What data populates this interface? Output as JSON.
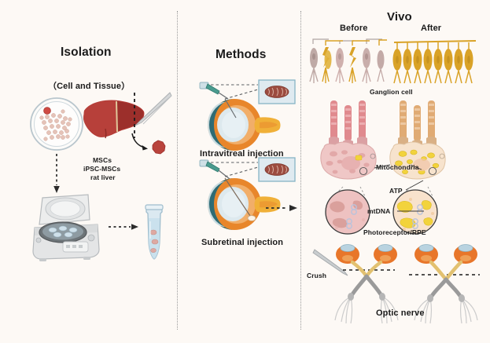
{
  "figure": {
    "background_color": "#fdf9f5",
    "text_color": "#1b1b1b",
    "divider_color": "#9a9a9a"
  },
  "panels": {
    "isolation": {
      "title": "Isolation",
      "subtitle": "（Cell and Tissue）",
      "source_label_line1": "MSCs",
      "source_label_line2": "iPSC-MSCs",
      "source_label_line3": "rat liver",
      "items": {
        "petri_dish": "petri-dish-with-cells",
        "liver": "rat-liver-tissue",
        "forceps": "forceps-tool",
        "tissue_piece": "excised-tissue-piece",
        "centrifuge": "benchtop-centrifuge",
        "tube": "microcentrifuge-tube"
      },
      "colors": {
        "liver": "#b33a35",
        "liver_dark": "#9c2f2b",
        "cell_pink": "#e9c7bd",
        "cell_red": "#cf4b44",
        "dish_rim": "#bfc9cf",
        "centrifuge_body": "#e4e5e6",
        "tube_fluid": "#cfe3ef"
      }
    },
    "methods": {
      "title": "Methods",
      "label_intravitreal": "Intravitreal injection",
      "label_subretinal": "Subretinal injection",
      "items": {
        "eye_top": "eye-cross-section-intravitreal",
        "eye_bottom": "eye-cross-section-subretinal",
        "syringe_top": "syringe-intravitreal",
        "syringe_bottom": "syringe-subretinal",
        "inset_top": "mitochondria-inset-box",
        "inset_bottom": "mitochondria-inset-box",
        "arrow_to_vivo": "arrow-right"
      },
      "colors": {
        "sclera": "#e8862b",
        "choroid": "#2e6b74",
        "cornea": "#cfe0e6",
        "lens": "#dde9ee",
        "optic_nerve": "#f0b038",
        "syringe": "#4a9b8e",
        "inset_border": "#86b4c6",
        "inset_fill": "#dfeaf0",
        "mito": "#9c4b3f"
      }
    },
    "vivo": {
      "title": "Vivo",
      "column_before": "Before",
      "column_after": "After",
      "label_ganglion": "Ganglion cell",
      "label_mitochondria": "Mitochondria",
      "label_atp": "ATP",
      "label_mtdna": "mtDNA",
      "label_photoreceptor": "Photoreceptor/RPE",
      "label_crush": "Crush",
      "label_optic_nerve": "Optic nerve",
      "ganglion_before_count": 6,
      "ganglion_after_count": 9,
      "photoreceptor_count": 3,
      "eye_pairs": 2,
      "items": {
        "ganglion_before": "ganglion-cell-row-damaged",
        "ganglion_after": "ganglion-cell-row-healthy",
        "photoreceptor_before": "photoreceptor-rpe-damaged",
        "photoreceptor_after": "photoreceptor-rpe-healthy",
        "mito_inset_before": "mitochondria-cross-section-damaged",
        "mito_inset_after": "mitochondria-cross-section-healthy",
        "eyes_before": "optic-nerve-crush-model",
        "eyes_after": "optic-nerve-recovered",
        "crush_tool": "crush-forceps"
      },
      "colors": {
        "healthy_gold": "#d9a227",
        "damaged_gray": "#b0a5a2",
        "damaged_pink": "#d7a6a3",
        "photoreceptor_pink": "#e8a9ac",
        "photoreceptor_tan": "#e7cdaa",
        "atp_yellow": "#f2d33c",
        "mtdna_blue": "#b9c3dc",
        "eye_orange": "#e8762a",
        "nerve_gray": "#9a9a9a"
      }
    }
  }
}
